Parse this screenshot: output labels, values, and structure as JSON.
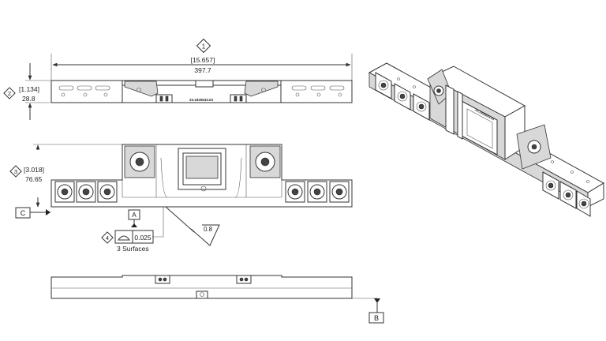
{
  "callouts": {
    "c1": {
      "balloon": "1",
      "imperial": "[15.657]",
      "metric": "397.7"
    },
    "c2": {
      "balloon": "2",
      "imperial": "[1.134]",
      "metric": "28.8"
    },
    "c3": {
      "balloon": "3",
      "imperial": "[3.018]",
      "metric": "76.65"
    },
    "c4": {
      "balloon": "4",
      "tolerance": "0.025",
      "note": "3 Surfaces"
    }
  },
  "datums": {
    "a": "A",
    "b": "B",
    "c": "C"
  },
  "surface_finish": "0.8",
  "part_number": "23.1925643.03",
  "colors": {
    "line": "#333333",
    "shade": "#d8d8d8",
    "background": "#ffffff"
  }
}
